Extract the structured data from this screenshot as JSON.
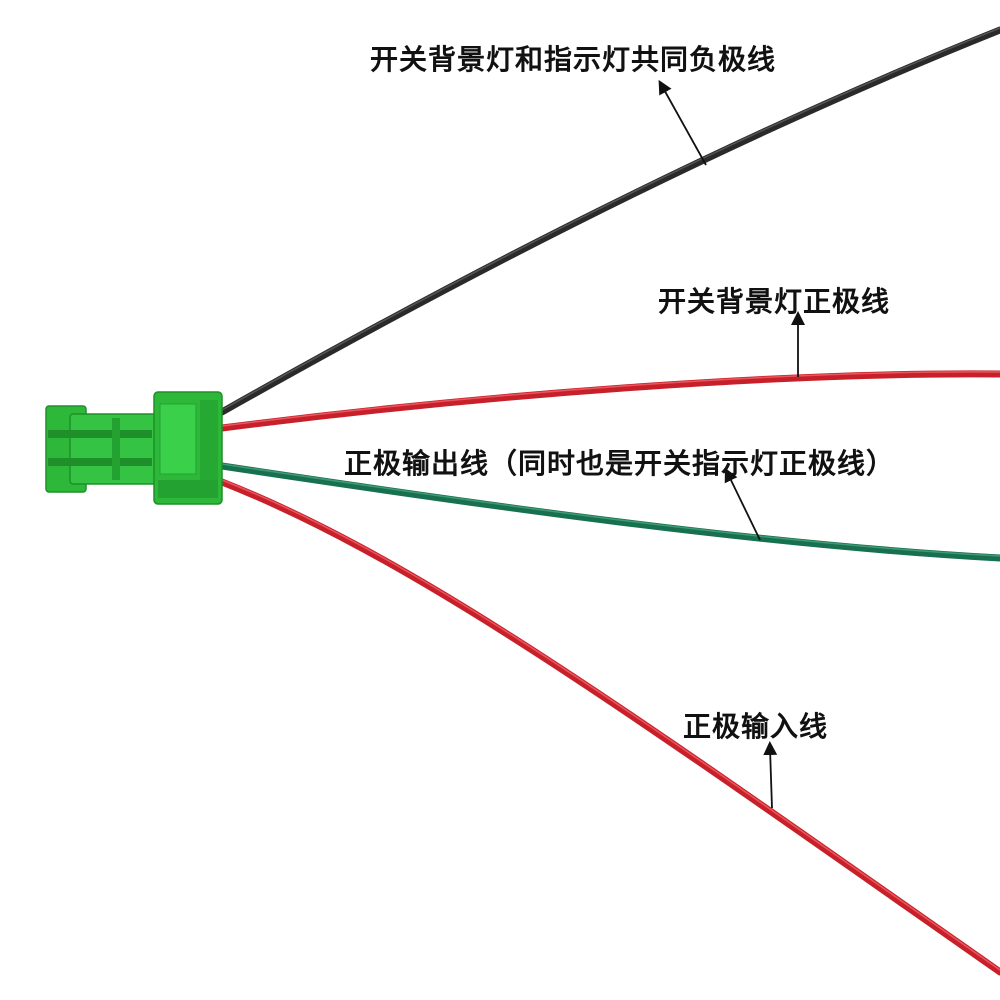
{
  "labels": {
    "negative_common": "开关背景灯和指示灯共同负极线",
    "backlight_positive": "开关背景灯正极线",
    "positive_output": "正极输出线（同时也是开关指示灯正极线）",
    "positive_input": "正极输入线"
  },
  "icons": {
    "connector": "connector-housing-icon",
    "arrow": "arrow-icon"
  },
  "colors": {
    "wire_black": "#1a1a1a",
    "wire_red": "#d3242c",
    "wire_green": "#17704f",
    "connector_green": "#2db83a",
    "connector_dark": "#1f8f2a",
    "text": "#111111"
  }
}
